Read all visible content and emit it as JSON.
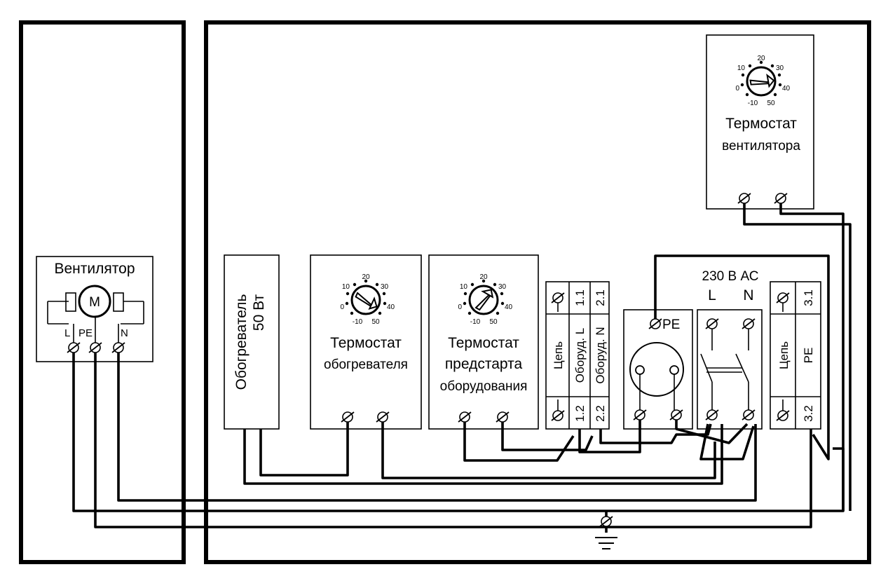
{
  "fan": {
    "label": "Вентилятор",
    "motor": "M",
    "terminals": [
      "L",
      "PE",
      "N"
    ]
  },
  "heater": {
    "line1": "Обогреватель",
    "line2": "50 Вт"
  },
  "heater_thermostat": {
    "line1": "Термостат",
    "line2": "обогревателя",
    "dial": [
      "20",
      "10",
      "30",
      "0",
      "40",
      "-10",
      "50"
    ]
  },
  "prestart_thermostat": {
    "line1": "Термостат",
    "line2": "предстарта",
    "line3": "оборудования",
    "dial": [
      "20",
      "10",
      "30",
      "0",
      "40",
      "-10",
      "50"
    ]
  },
  "fan_thermostat": {
    "line1": "Термостат",
    "line2": "вентилятора",
    "dial": [
      "20",
      "10",
      "30",
      "0",
      "40",
      "-10",
      "50"
    ]
  },
  "terminal_block_1": {
    "circuit": "Цепь",
    "col1": "Оборуд. L",
    "col2": "Оборуд. N",
    "t11": "1.1",
    "t21": "2.1",
    "t12": "1.2",
    "t22": "2.2"
  },
  "socket": {
    "pe": "PE"
  },
  "breaker": {
    "voltage": "230 В АС",
    "l": "L",
    "n": "N"
  },
  "terminal_block_2": {
    "circuit": "Цепь",
    "pe": "PE",
    "t31": "3.1",
    "t32": "3.2"
  }
}
